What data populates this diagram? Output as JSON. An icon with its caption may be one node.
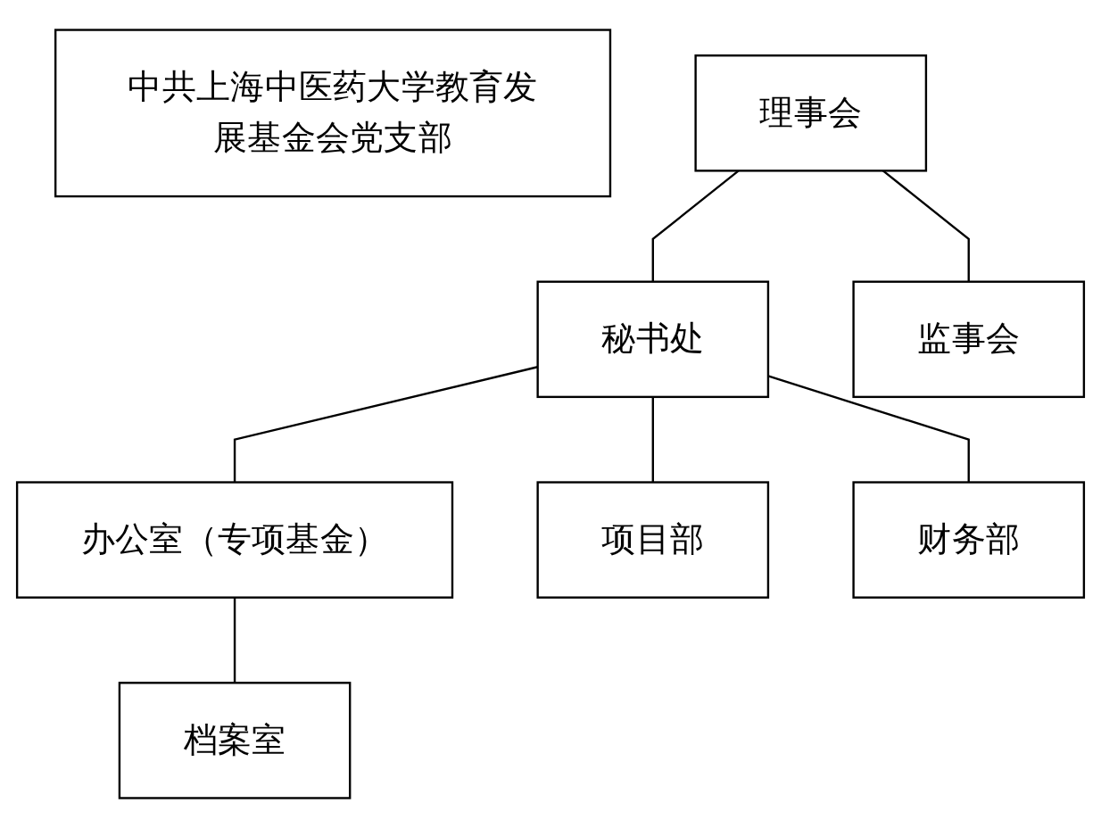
{
  "diagram": {
    "nodes": [
      {
        "text": [
          "中共上海中医药大学教育发展基金会党支部"
        ]
      },
      {
        "text": [
          "理事会"
        ]
      },
      {
        "text": [
          "监事会"
        ]
      },
      {
        "text": [
          "秘书处"
        ]
      },
      {
        "text": [
          "办公室（专项基金）"
        ]
      },
      {
        "text": [
          "项目部"
        ]
      },
      {
        "text": [
          "财务部"
        ]
      },
      {
        "text": [
          "档案室"
        ]
      }
    ],
    "edges": [
      {
        "from": 1,
        "to": 2,
        "arrow": "none"
      },
      {
        "from": 1,
        "to": 3,
        "arrow": "none"
      },
      {
        "from": 3,
        "to": 4,
        "arrow": "none"
      },
      {
        "from": 3,
        "to": 5,
        "arrow": "none"
      },
      {
        "from": 3,
        "to": 6,
        "arrow": "none"
      },
      {
        "from": 4,
        "to": 7,
        "arrow": "none"
      }
    ]
  }
}
